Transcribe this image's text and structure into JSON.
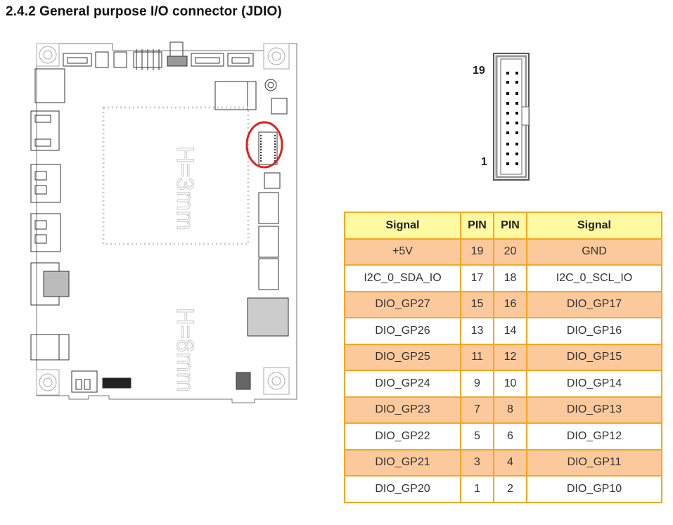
{
  "section": {
    "title": "2.4.2 General purpose I/O connector (JDIO)"
  },
  "board_diagram": {
    "labels": {
      "upper_area": "H=3mm",
      "lower_area": "H=8mm"
    },
    "highlight_color": "#e02020"
  },
  "connector_diagram": {
    "top_pin_label": "19",
    "bottom_pin_label": "1",
    "rows": 10,
    "cols": 2
  },
  "pin_table": {
    "headers": [
      "Signal",
      "PIN",
      "PIN",
      "Signal"
    ],
    "header_color": "#fff9a1",
    "stripe_color": "#fbc99b",
    "border_color": "#f5a623",
    "rows": [
      {
        "left_signal": "+5V",
        "left_pin": "19",
        "right_pin": "20",
        "right_signal": "GND"
      },
      {
        "left_signal": "I2C_0_SDA_IO",
        "left_pin": "17",
        "right_pin": "18",
        "right_signal": "I2C_0_SCL_IO"
      },
      {
        "left_signal": "DIO_GP27",
        "left_pin": "15",
        "right_pin": "16",
        "right_signal": "DIO_GP17"
      },
      {
        "left_signal": "DIO_GP26",
        "left_pin": "13",
        "right_pin": "14",
        "right_signal": "DIO_GP16"
      },
      {
        "left_signal": "DIO_GP25",
        "left_pin": "11",
        "right_pin": "12",
        "right_signal": "DIO_GP15"
      },
      {
        "left_signal": "DIO_GP24",
        "left_pin": "9",
        "right_pin": "10",
        "right_signal": "DIO_GP14"
      },
      {
        "left_signal": "DIO_GP23",
        "left_pin": "7",
        "right_pin": "8",
        "right_signal": "DIO_GP13"
      },
      {
        "left_signal": "DIO_GP22",
        "left_pin": "5",
        "right_pin": "6",
        "right_signal": "DIO_GP12"
      },
      {
        "left_signal": "DIO_GP21",
        "left_pin": "3",
        "right_pin": "4",
        "right_signal": "DIO_GP11"
      },
      {
        "left_signal": "DIO_GP20",
        "left_pin": "1",
        "right_pin": "2",
        "right_signal": "DIO_GP10"
      }
    ]
  }
}
